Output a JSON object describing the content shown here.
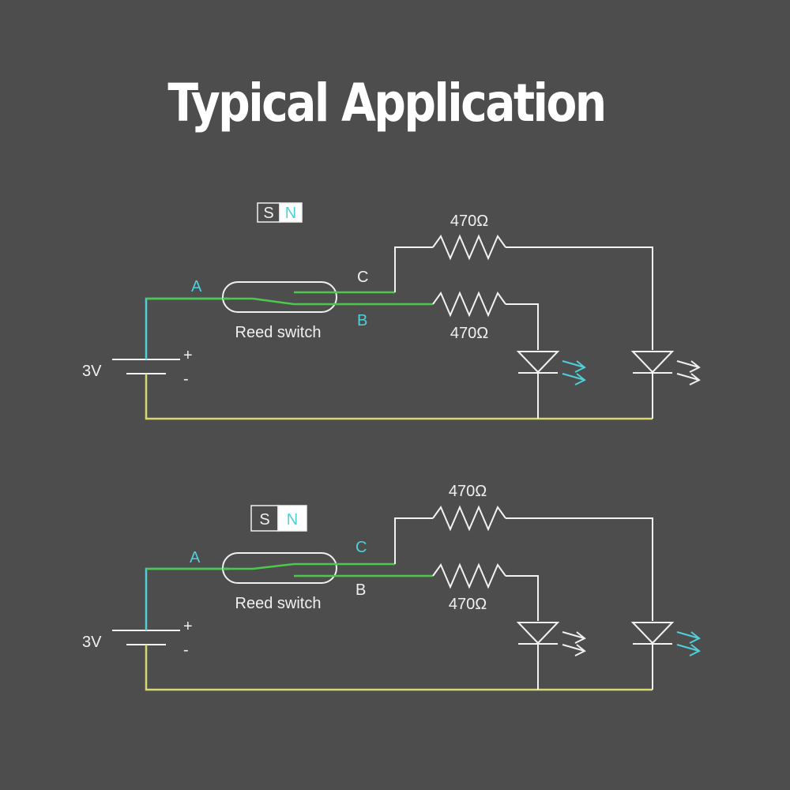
{
  "title": "Typical Application",
  "colors": {
    "background": "#4d4d4d",
    "wire": "#f2f2f2",
    "active_wire": "#4cc94c",
    "cyan": "#4fd0d8",
    "ground_wire": "#d8d870"
  },
  "diagrams": [
    {
      "magnet": {
        "s": "S",
        "n": "N"
      },
      "terminals": {
        "a": "A",
        "b": "B",
        "c": "C"
      },
      "component_label": "Reed switch",
      "battery": {
        "voltage": "3V",
        "plus": "+",
        "minus": "-"
      },
      "resistor_top": "470Ω",
      "resistor_bottom": "470Ω",
      "contact": "B",
      "lit_led": "left"
    },
    {
      "magnet": {
        "s": "S",
        "n": "N"
      },
      "terminals": {
        "a": "A",
        "b": "B",
        "c": "C"
      },
      "component_label": "Reed switch",
      "battery": {
        "voltage": "3V",
        "plus": "+",
        "minus": "-"
      },
      "resistor_top": "470Ω",
      "resistor_bottom": "470Ω",
      "contact": "C",
      "lit_led": "right"
    }
  ]
}
